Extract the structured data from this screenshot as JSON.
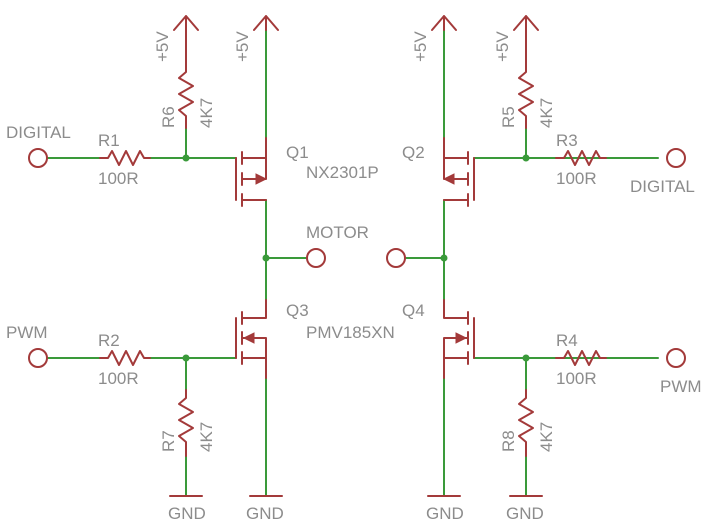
{
  "diagram": {
    "nets": {
      "supply": "+5V",
      "ground": "GND",
      "digital_input": "DIGITAL",
      "pwm_input": "PWM",
      "motor": "MOTOR"
    },
    "resistors": [
      {
        "ref": "R1",
        "value": "100R"
      },
      {
        "ref": "R2",
        "value": "100R"
      },
      {
        "ref": "R3",
        "value": "100R"
      },
      {
        "ref": "R4",
        "value": "100R"
      },
      {
        "ref": "R5",
        "value": "4K7"
      },
      {
        "ref": "R6",
        "value": "4K7"
      },
      {
        "ref": "R7",
        "value": "4K7"
      },
      {
        "ref": "R8",
        "value": "4K7"
      }
    ],
    "transistors": [
      {
        "ref": "Q1",
        "part": "NX2301P"
      },
      {
        "ref": "Q2"
      },
      {
        "ref": "Q3",
        "part": "PMV185XN"
      },
      {
        "ref": "Q4"
      }
    ],
    "colors": {
      "wire": "#3a9a3a",
      "component": "#a33a3a",
      "text": "#8c8c8c",
      "background": "#ffffff"
    }
  }
}
